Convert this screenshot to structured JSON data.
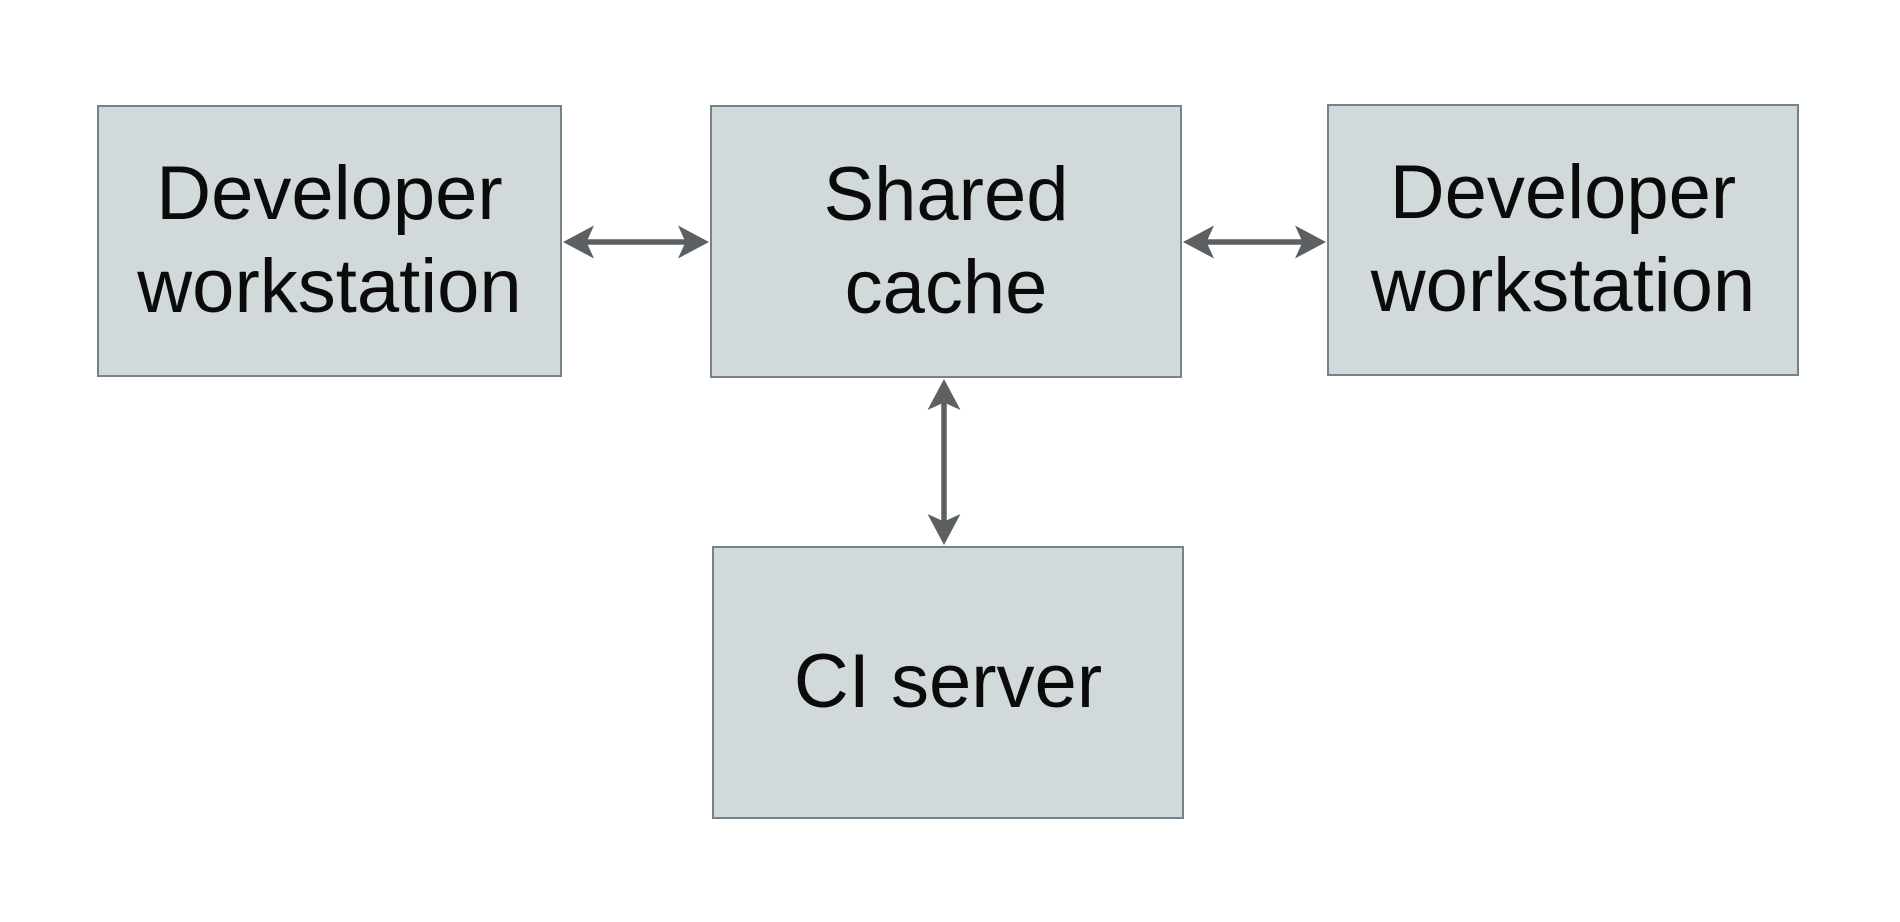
{
  "diagram": {
    "type": "architecture-diagram",
    "nodes": {
      "left_workstation": {
        "label": "Developer\nworkstation"
      },
      "shared_cache": {
        "label": "Shared\ncache"
      },
      "right_workstation": {
        "label": "Developer\nworkstation"
      },
      "ci_server": {
        "label": "CI server"
      }
    },
    "edges": [
      {
        "from": "left_workstation",
        "to": "shared_cache",
        "direction": "bidirectional"
      },
      {
        "from": "shared_cache",
        "to": "right_workstation",
        "direction": "bidirectional"
      },
      {
        "from": "shared_cache",
        "to": "ci_server",
        "direction": "bidirectional"
      }
    ]
  },
  "colors": {
    "background": "#ffffff",
    "node_fill": "#d2d9db",
    "node_border": "#75838d",
    "arrow": "#5c6063",
    "text": "#0b0b0b"
  }
}
